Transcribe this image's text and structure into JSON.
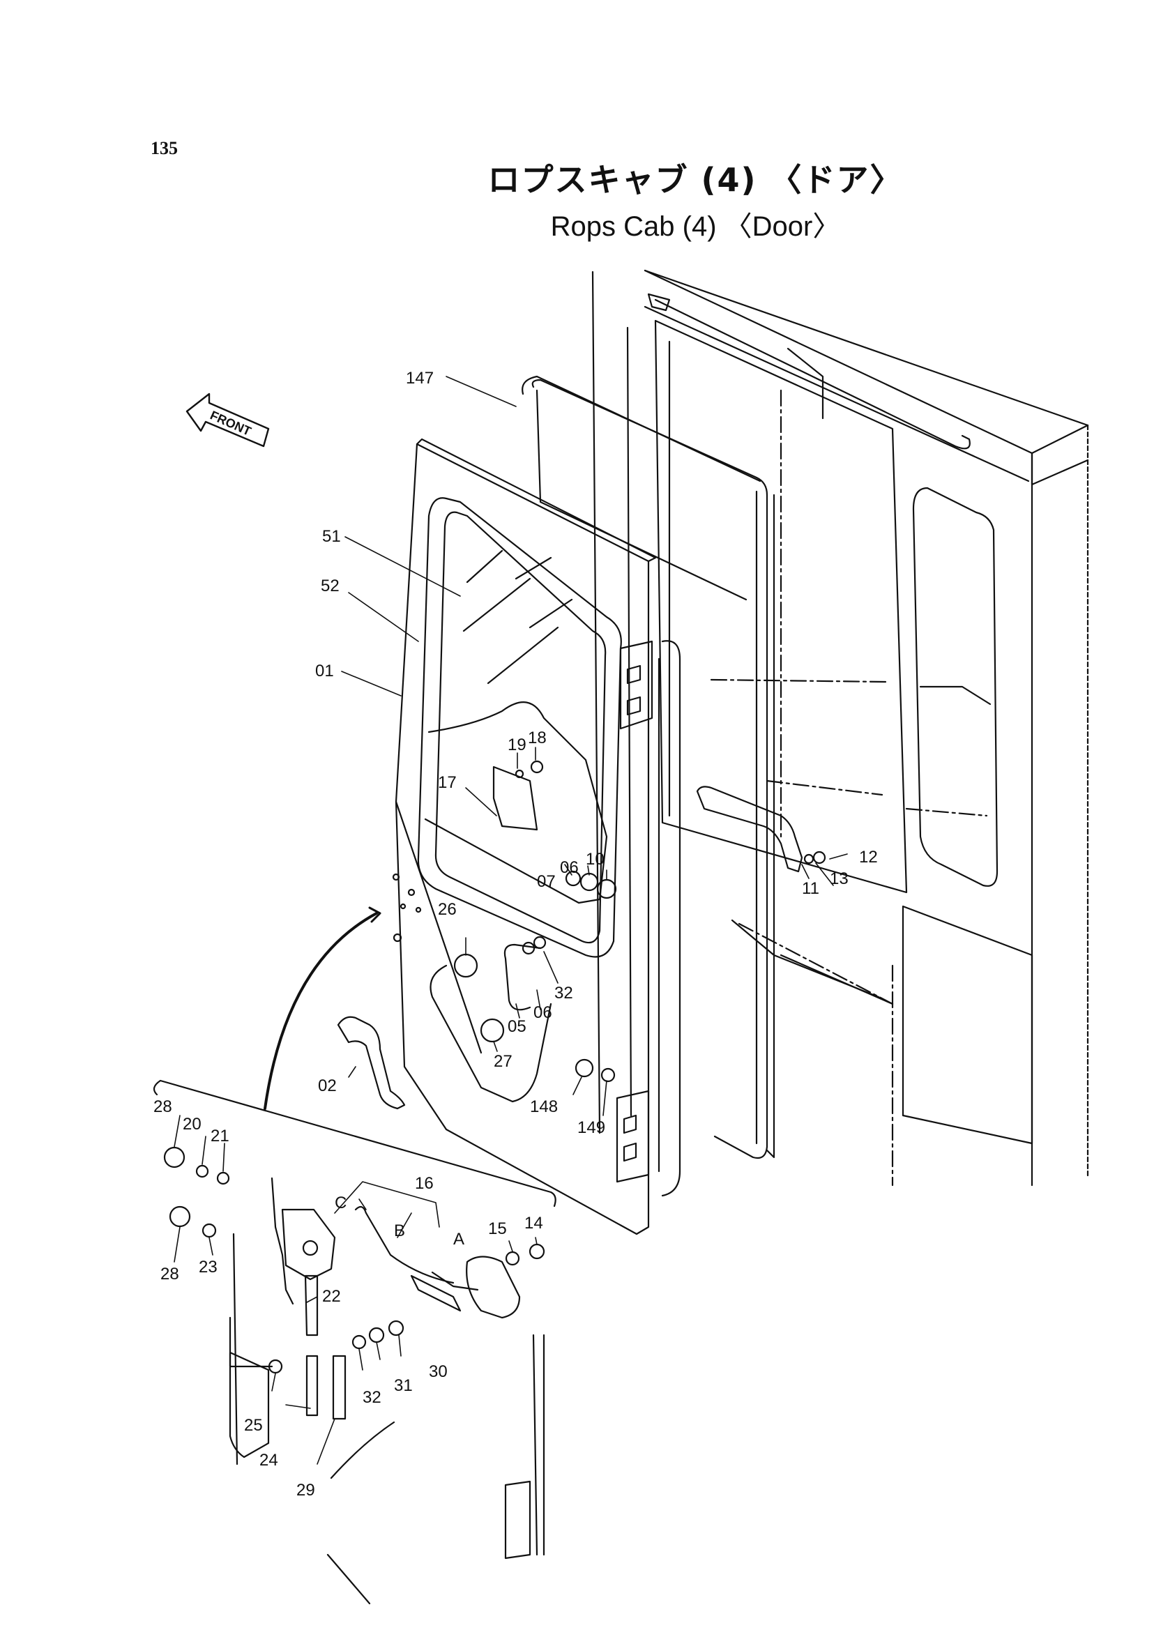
{
  "page_number": "135",
  "title_japanese": "ロプスキャブ (4) 〈ドア〉",
  "title_english": "Rops Cab (4) 〈Door〉",
  "front_indicator": "FRONT",
  "part_labels": [
    "147",
    "51",
    "52",
    "01",
    "18",
    "19",
    "17",
    "07",
    "06",
    "10",
    "26",
    "05",
    "06",
    "32",
    "27",
    "02",
    "12",
    "13",
    "11",
    "148",
    "149",
    "28",
    "20",
    "21",
    "16",
    "C",
    "B",
    "A",
    "15",
    "14",
    "28",
    "23",
    "22",
    "30",
    "31",
    "32",
    "25",
    "24",
    "29"
  ]
}
